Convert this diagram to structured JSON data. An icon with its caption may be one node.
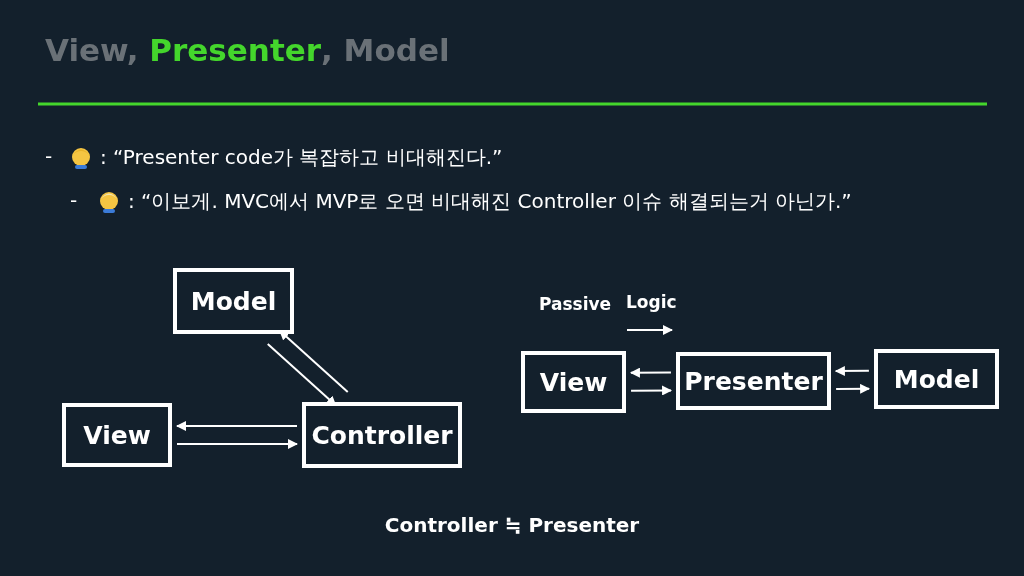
{
  "diagram": {
    "title": "View, **Presenter**, Model",
    "nodes": [
      {
        "text": [
          "Model"
        ]
      },
      {
        "text": [
          "View"
        ]
      },
      {
        "text": [
          "Controller"
        ]
      },
      {
        "text": [
          "View"
        ]
      },
      {
        "text": [
          "Presenter"
        ]
      },
      {
        "text": [
          "Model"
        ]
      }
    ],
    "edges": [
      {
        "from": 0,
        "to": 2,
        "arrow": "to"
      },
      {
        "from": 2,
        "to": 0,
        "arrow": "to"
      },
      {
        "from": 2,
        "to": 1,
        "arrow": "to"
      },
      {
        "from": 1,
        "to": 2,
        "arrow": "to"
      },
      {
        "from": 3,
        "to": 4,
        "arrow": "to"
      },
      {
        "from": 4,
        "to": 3,
        "arrow": "to"
      },
      {
        "from": 4,
        "to": 5,
        "arrow": "to"
      },
      {
        "from": 5,
        "to": 4,
        "arrow": "to"
      }
    ],
    "labels": [
      "-",
      ": “Presenter code가 복잡하고 비대해진다.”",
      "-",
      ": “이보게. MVC에서 MVP로 오면 비대해진 Controller 이슈 해결되는거 아닌가.”",
      "Passive",
      "Logic",
      "Controller ≒ Presenter"
    ]
  }
}
